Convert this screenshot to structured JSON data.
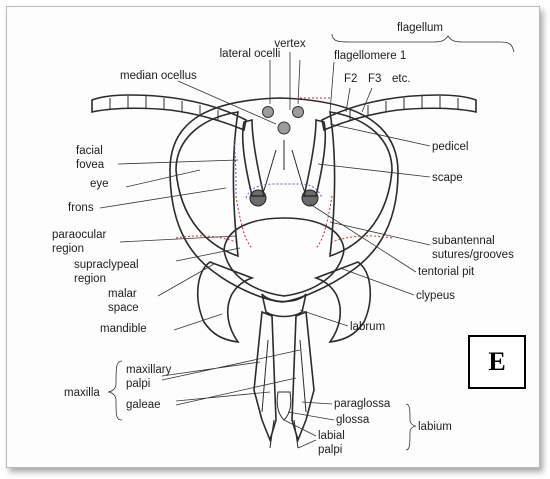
{
  "panel_letter": "E",
  "labels": {
    "flagellum": "flagellum",
    "vertex": "vertex",
    "lateral_ocelli": "lateral ocelli",
    "flagellomere_1": "flagellomere 1",
    "median_ocellus": "median ocellus",
    "f2": "F2",
    "f3": "F3",
    "etc": "etc.",
    "facial_fovea_1": "facial",
    "facial_fovea_2": "fovea",
    "pedicel": "pedicel",
    "eye": "eye",
    "scape": "scape",
    "frons": "frons",
    "paraocular_1": "paraocular",
    "paraocular_2": "region",
    "subantennal_1": "subantennal",
    "subantennal_2": "sutures/grooves",
    "supraclypeal_1": "supraclypeal",
    "supraclypeal_2": "region",
    "tentorial_pit": "tentorial pit",
    "malar_1": "malar",
    "malar_2": "space",
    "clypeus": "clypeus",
    "mandible": "mandible",
    "labrum": "labrum",
    "maxilla": "maxilla",
    "maxillary_palpi_1": "maxillary",
    "maxillary_palpi_2": "palpi",
    "galeae": "galeae",
    "paraglossa": "paraglossa",
    "glossa": "glossa",
    "labium": "labium",
    "labial_palpi_1": "labial",
    "labial_palpi_2": "palpi"
  }
}
